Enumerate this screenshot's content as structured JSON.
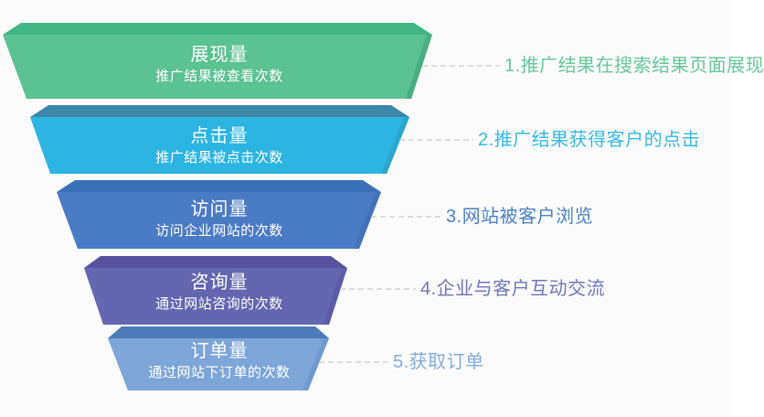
{
  "page": {
    "background": "#fbfbfb"
  },
  "funnel": {
    "text_color": "#ffffff",
    "connector_color": "#cccccc",
    "levels": [
      {
        "title": "展现量",
        "subtitle": "推广结果被查看次数",
        "note": "1.推广结果在搜索结果页面展现",
        "face_color": "#5CC193",
        "lid_color": "#42B685",
        "edge_color": "#4BAE83",
        "note_color": "#67C89B"
      },
      {
        "title": "点击量",
        "subtitle": "推广结果被点击次数",
        "note": "2.推广结果获得客户的点击",
        "face_color": "#2DB5E1",
        "lid_color": "#3A87A8",
        "edge_color": "#2AA5CD",
        "note_color": "#39B9E3"
      },
      {
        "title": "访问量",
        "subtitle": "访问企业网站的次数",
        "note": "3.网站被客户浏览",
        "face_color": "#4A7CC4",
        "lid_color": "#3970B6",
        "edge_color": "#4273B8",
        "note_color": "#4C80C6"
      },
      {
        "title": "咨询量",
        "subtitle": "通过网站咨询的次数",
        "note": "4.企业与客户互动交流",
        "face_color": "#6466B0",
        "lid_color": "#57519E",
        "edge_color": "#5B5CA7",
        "note_color": "#7175BA"
      },
      {
        "title": "订单量",
        "subtitle": "通过网站下订单的次数",
        "note": "5.获取订单",
        "face_color": "#7CA6D8",
        "lid_color": "#4D7AB8",
        "edge_color": "#6F9ACF",
        "note_color": "#85ABDB"
      }
    ]
  }
}
